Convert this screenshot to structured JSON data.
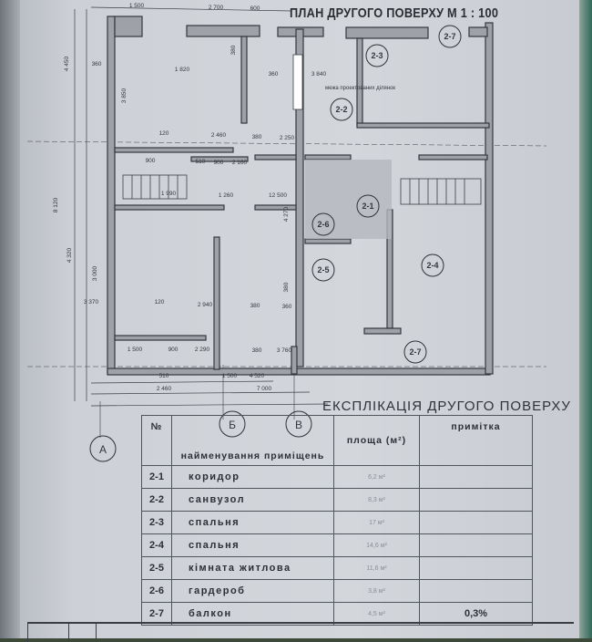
{
  "plan": {
    "title": "ПЛАН ДРУГОГО ПОВЕРХУ М 1 : 100",
    "note": "межа проектованих ділянок",
    "rooms": [
      "2-1",
      "2-2",
      "2-3",
      "2-4",
      "2-5",
      "2-6",
      "2-7",
      "2-7"
    ],
    "axes": [
      "А",
      "Б",
      "В"
    ],
    "dimensions": [
      "1 500",
      "2 700",
      "600",
      "360",
      "4 450",
      "380",
      "1 820",
      "360",
      "3 840",
      "3 850",
      "120",
      "2 460",
      "380",
      "2 250",
      "900",
      "510",
      "900",
      "2 160",
      "1 990",
      "1 260",
      "12 500",
      "8 120",
      "4 320",
      "3 000",
      "4 270",
      "380",
      "3 370",
      "120",
      "2 940",
      "380",
      "360",
      "1 500",
      "900",
      "2 290",
      "380",
      "3 760",
      "510",
      "1 500",
      "4 520",
      "2 460",
      "7 000"
    ]
  },
  "explication": {
    "title": "ЕКСПЛІКАЦІЯ ДРУГОГО ПОВЕРХУ",
    "headers": {
      "number": "№",
      "name": "найменування приміщень",
      "area": "площа (м²)",
      "note": "примітка"
    },
    "rows": [
      {
        "number": "2-1",
        "name": "коридор",
        "area": "6,2 м²",
        "note": ""
      },
      {
        "number": "2-2",
        "name": "санвузол",
        "area": "8,3 м²",
        "note": ""
      },
      {
        "number": "2-3",
        "name": "спальня",
        "area": "17 м²",
        "note": ""
      },
      {
        "number": "2-4",
        "name": "спальня",
        "area": "14,6 м²",
        "note": ""
      },
      {
        "number": "2-5",
        "name": "кімната житлова",
        "area": "11,6 м²",
        "note": ""
      },
      {
        "number": "2-6",
        "name": "гардероб",
        "area": "3,8 м²",
        "note": ""
      },
      {
        "number": "2-7",
        "name": "балкон",
        "area": "4,5 м²",
        "note": "0,3%"
      }
    ]
  }
}
